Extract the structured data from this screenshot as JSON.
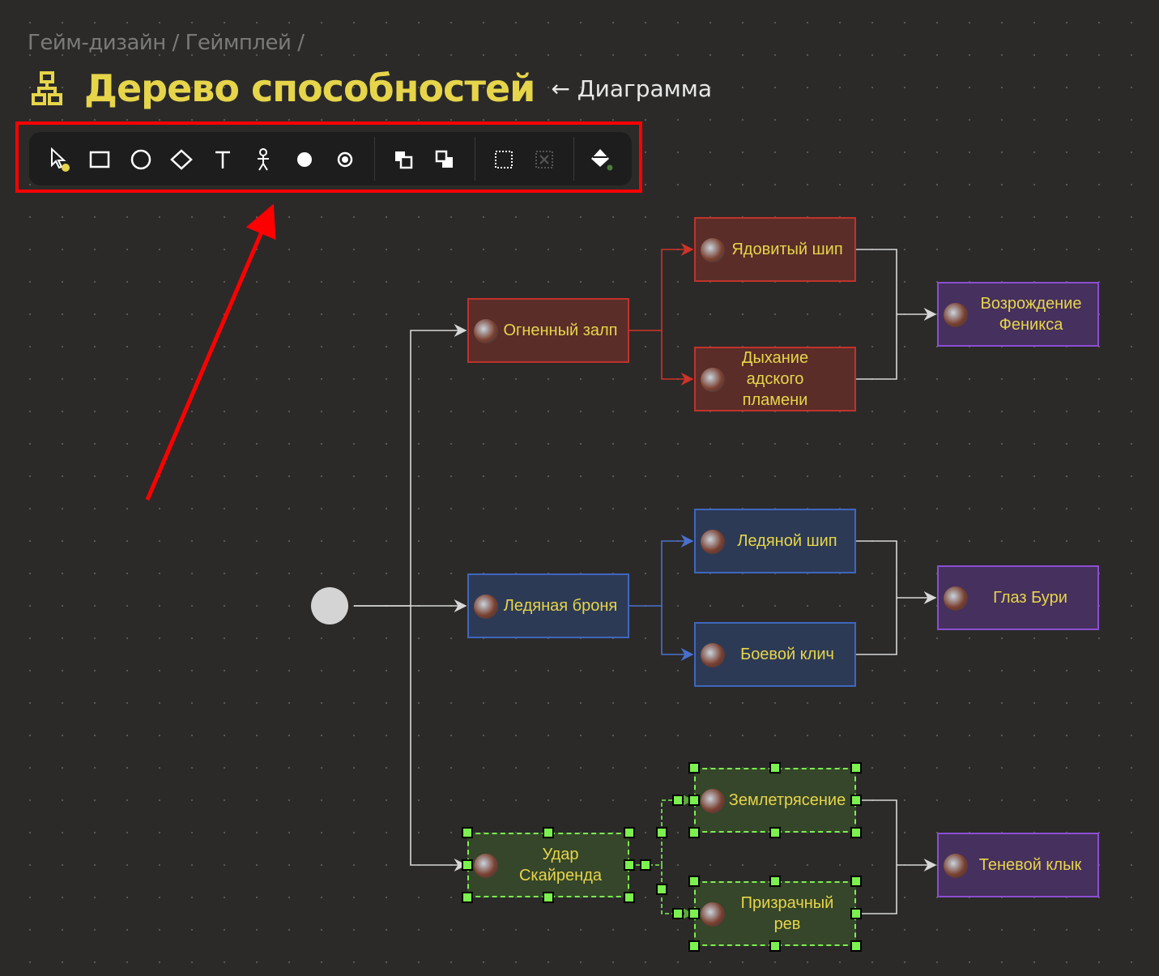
{
  "breadcrumb": "Гейм-дизайн / Геймплей /",
  "title": "Дерево способностей",
  "subtitle": "← Диаграмма",
  "toolbar": [
    {
      "name": "select-tool-icon"
    },
    {
      "name": "rectangle-tool-icon"
    },
    {
      "name": "circle-tool-icon"
    },
    {
      "name": "diamond-tool-icon"
    },
    {
      "name": "text-tool-icon"
    },
    {
      "name": "actor-tool-icon"
    },
    {
      "name": "start-node-tool-icon"
    },
    {
      "name": "end-node-tool-icon"
    },
    {
      "name": "bring-forward-icon"
    },
    {
      "name": "send-backward-icon"
    },
    {
      "name": "select-area-icon"
    },
    {
      "name": "deselect-icon"
    },
    {
      "name": "fill-color-icon"
    }
  ],
  "colors": {
    "accent": "#e6d54a",
    "highlight": "#ff0000",
    "red": "#c0322b",
    "blue": "#3f66bd",
    "purple": "#8a4fd0",
    "selected": "#7cf04f"
  },
  "nodes": {
    "fire_volley": "Огненный залп",
    "poison_spike": "Ядовитый шип",
    "hellfire_breath": "Дыхание адского пламени",
    "phoenix_rebirth": "Возрождение Феникса",
    "ice_armor": "Ледяная броня",
    "ice_spike": "Ледяной шип",
    "battle_cry": "Боевой клич",
    "storm_eye": "Глаз Бури",
    "skyrend_strike": "Удар Скайренда",
    "earthquake": "Землетрясение",
    "ghost_roar": "Призрачный рев",
    "shadow_fang": "Теневой клык"
  }
}
